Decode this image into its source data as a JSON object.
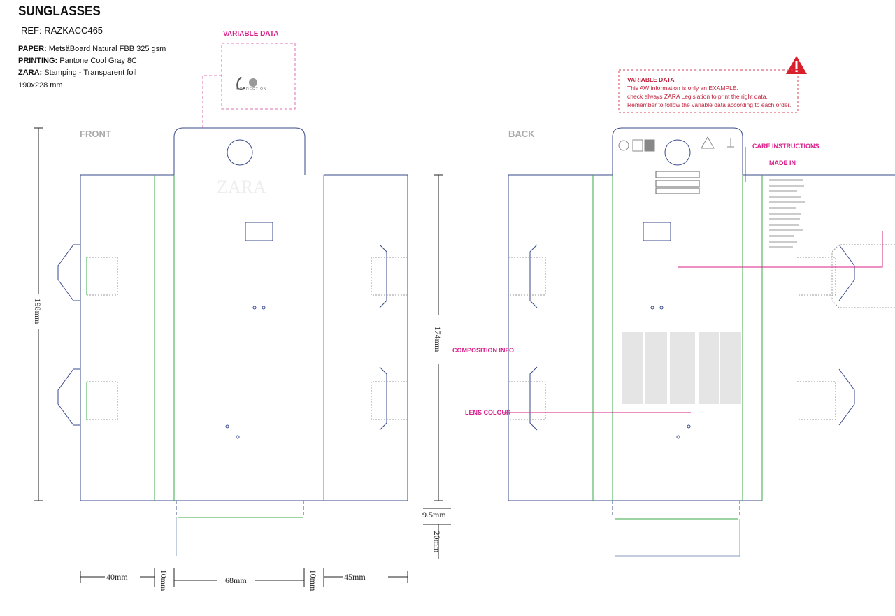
{
  "header": {
    "title": "SUNGLASSES",
    "ref": "REF: RAZKACC465",
    "specs": [
      {
        "k": "PAPER:",
        "v": " MetsäBoard Natural FBB 325 gsm"
      },
      {
        "k": "PRINTING:",
        "v": " Pantone Cool Gray 8C"
      },
      {
        "k": "ZARA:",
        "v": " Stamping - Transparent foil"
      },
      {
        "k": "",
        "v": "190x228 mm"
      }
    ]
  },
  "variable_data_logo": {
    "label": "VARIABLE DATA",
    "caption": "CORRECTION"
  },
  "warning": {
    "title": "VARIABLE DATA",
    "lines": [
      "This AW information is only an EXAMPLE.",
      "check always ZARA Legislation to print the right data.",
      "Remember to follow the variable data according to each order."
    ]
  },
  "faces": {
    "front": "FRONT",
    "back": "BACK",
    "brand": "ZARA"
  },
  "callouts": {
    "care": "CARE INSTRUCTIONS",
    "made_in": "MADE IN",
    "composition": "COMPOSITION INFO",
    "lens": "LENS COLOUR"
  },
  "dimensions": {
    "height_total": "198mm",
    "height_body": "174mm",
    "flap": "9.5mm",
    "tab": "20mm",
    "left": "40mm",
    "glue_l": "10mm",
    "center": "68mm",
    "glue_r": "10mm",
    "right": "45mm"
  },
  "colors": {
    "cut": "#3a4a8c",
    "fold": "#3aa84a",
    "accent": "#d8208a"
  }
}
